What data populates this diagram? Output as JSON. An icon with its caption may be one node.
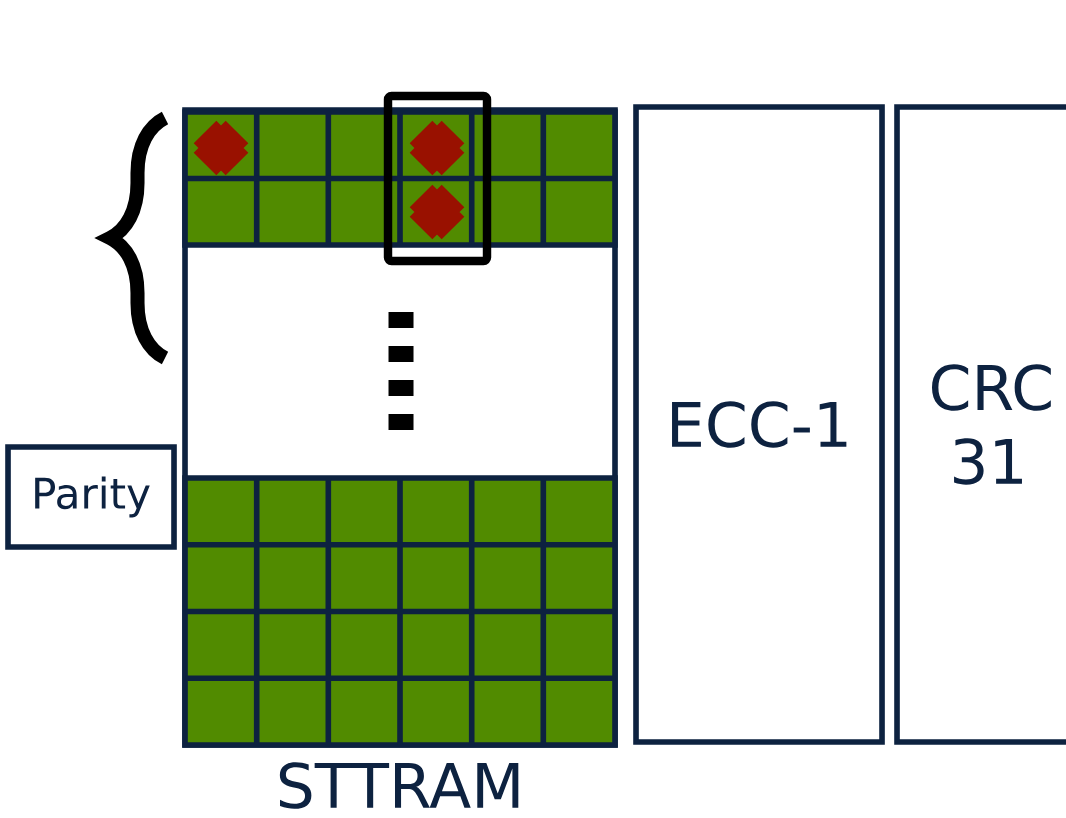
{
  "diagram": {
    "nodes": [
      {
        "text": [
          "STTRAM"
        ]
      },
      {
        "text": [
          "Parity"
        ]
      },
      {
        "text": [
          "ECC-1"
        ]
      },
      {
        "text": [
          "CRC 31"
        ]
      }
    ]
  }
}
